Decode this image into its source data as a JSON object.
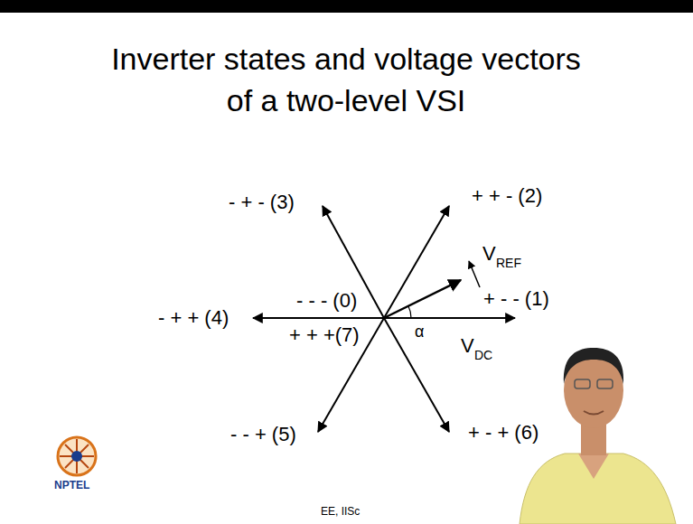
{
  "diagram": {
    "title": "Inverter states and voltage vectors of a two-level VSI",
    "labels": [
      "+ + - (2)",
      "- + - (3)",
      "V",
      "REF",
      "- - - (0)",
      "+ - - (1)",
      "- + + (4)",
      "+ + +(7)",
      "α",
      "V",
      "DC",
      "- - + (5)",
      "+ - + (6)",
      "NPTEL",
      "EE, IISc"
    ]
  }
}
